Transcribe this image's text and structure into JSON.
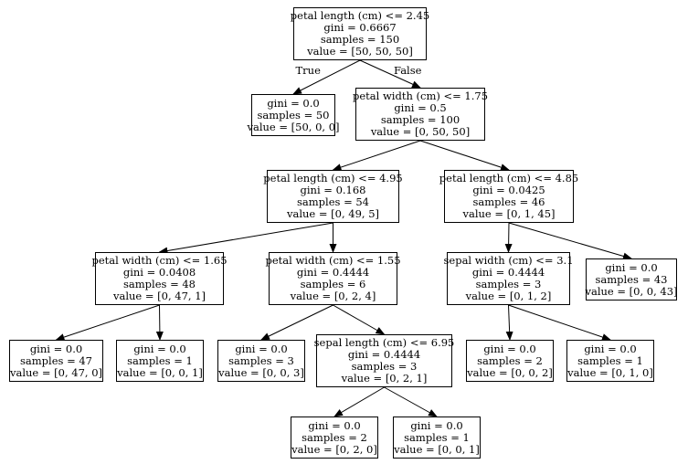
{
  "nodes": [
    {
      "id": "n0",
      "split": "petal length (cm) <= 2.45",
      "gini": "gini = 0.6667",
      "samples": "samples = 150",
      "value": "value = [50, 50, 50]"
    },
    {
      "id": "n1",
      "split": "",
      "gini": "gini = 0.0",
      "samples": "samples = 50",
      "value": "value = [50, 0, 0]"
    },
    {
      "id": "n2",
      "split": "petal width (cm) <= 1.75",
      "gini": "gini = 0.5",
      "samples": "samples = 100",
      "value": "value = [0, 50, 50]"
    },
    {
      "id": "n3",
      "split": "petal length (cm) <= 4.95",
      "gini": "gini = 0.168",
      "samples": "samples = 54",
      "value": "value = [0, 49, 5]"
    },
    {
      "id": "n4",
      "split": "petal length (cm) <= 4.85",
      "gini": "gini = 0.0425",
      "samples": "samples = 46",
      "value": "value = [0, 1, 45]"
    },
    {
      "id": "n5",
      "split": "petal width (cm) <= 1.65",
      "gini": "gini = 0.0408",
      "samples": "samples = 48",
      "value": "value = [0, 47, 1]"
    },
    {
      "id": "n6",
      "split": "petal width (cm) <= 1.55",
      "gini": "gini = 0.4444",
      "samples": "samples = 6",
      "value": "value = [0, 2, 4]"
    },
    {
      "id": "n7",
      "split": "sepal width (cm) <= 3.1",
      "gini": "gini = 0.4444",
      "samples": "samples = 3",
      "value": "value = [0, 1, 2]"
    },
    {
      "id": "n8",
      "split": "",
      "gini": "gini = 0.0",
      "samples": "samples = 43",
      "value": "value = [0, 0, 43]"
    },
    {
      "id": "n9",
      "split": "",
      "gini": "gini = 0.0",
      "samples": "samples = 47",
      "value": "value = [0, 47, 0]"
    },
    {
      "id": "n10",
      "split": "",
      "gini": "gini = 0.0",
      "samples": "samples = 1",
      "value": "value = [0, 0, 1]"
    },
    {
      "id": "n11",
      "split": "",
      "gini": "gini = 0.0",
      "samples": "samples = 3",
      "value": "value = [0, 0, 3]"
    },
    {
      "id": "n12",
      "split": "sepal length (cm) <= 6.95",
      "gini": "gini = 0.4444",
      "samples": "samples = 3",
      "value": "value = [0, 2, 1]"
    },
    {
      "id": "n13",
      "split": "",
      "gini": "gini = 0.0",
      "samples": "samples = 2",
      "value": "value = [0, 0, 2]"
    },
    {
      "id": "n14",
      "split": "",
      "gini": "gini = 0.0",
      "samples": "samples = 1",
      "value": "value = [0, 1, 0]"
    },
    {
      "id": "n15",
      "split": "",
      "gini": "gini = 0.0",
      "samples": "samples = 2",
      "value": "value = [0, 2, 0]"
    },
    {
      "id": "n16",
      "split": "",
      "gini": "gini = 0.0",
      "samples": "samples = 1",
      "value": "value = [0, 0, 1]"
    }
  ],
  "edges": [
    {
      "from": "n0",
      "to": "n1",
      "label": "True"
    },
    {
      "from": "n0",
      "to": "n2",
      "label": "False"
    },
    {
      "from": "n2",
      "to": "n3",
      "label": ""
    },
    {
      "from": "n2",
      "to": "n4",
      "label": ""
    },
    {
      "from": "n3",
      "to": "n5",
      "label": ""
    },
    {
      "from": "n3",
      "to": "n6",
      "label": ""
    },
    {
      "from": "n4",
      "to": "n7",
      "label": ""
    },
    {
      "from": "n4",
      "to": "n8",
      "label": ""
    },
    {
      "from": "n5",
      "to": "n9",
      "label": ""
    },
    {
      "from": "n5",
      "to": "n10",
      "label": ""
    },
    {
      "from": "n6",
      "to": "n11",
      "label": ""
    },
    {
      "from": "n6",
      "to": "n12",
      "label": ""
    },
    {
      "from": "n7",
      "to": "n13",
      "label": ""
    },
    {
      "from": "n7",
      "to": "n14",
      "label": ""
    },
    {
      "from": "n12",
      "to": "n15",
      "label": ""
    },
    {
      "from": "n12",
      "to": "n16",
      "label": ""
    }
  ]
}
